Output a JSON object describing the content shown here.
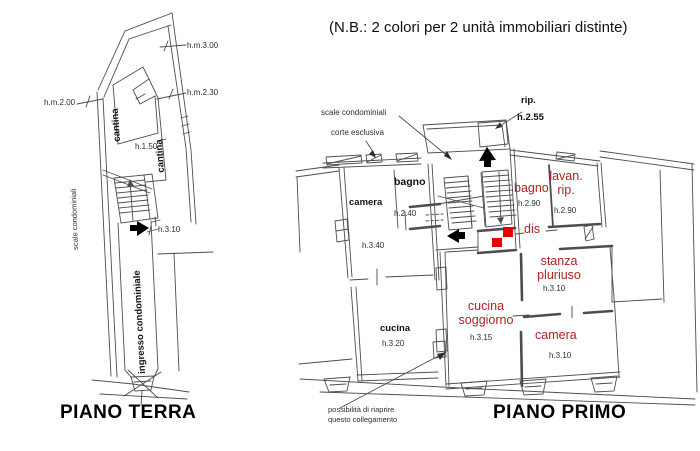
{
  "note": "(N.B.: 2 colori per 2 unità immobiliari distinte)",
  "colors": {
    "red_label": "#b22222",
    "red_square": "#e60000",
    "line": "#4d4d4d",
    "text": "#111111"
  },
  "piano_terra": {
    "title": "PIANO TERRA",
    "labels": {
      "hm300": "h.m.3.00",
      "hm230": "h.m.2.30",
      "hm200": "h.m.2.00",
      "cantina1": "cantina",
      "cantina2": "cantina",
      "h150": "h.1.50",
      "scale": "scale condominiali",
      "h310": "h.3.10",
      "ingresso": "ingresso condominiale"
    }
  },
  "piano_primo": {
    "title": "PIANO PRIMO",
    "labels": {
      "scale": "scale condominiali",
      "corte": "corte esclusiva",
      "rip": "rip.",
      "h255": "h.2.55",
      "camera_nera": "camera",
      "h340": "h.3.40",
      "bagno_nero": "bagno",
      "h240": "h.2.40",
      "bagno_rosso": "bagno",
      "h290a": "h.2.90",
      "lavan_line1": "lavan.",
      "lavan_line2": "rip.",
      "h290b": "h.2.90",
      "dis": "dis",
      "stanza_line1": "stanza",
      "stanza_line2": "pluriuso",
      "h310a": "h.3.10",
      "cucina_line1": "cucina",
      "cucina_line2": "soggiorno",
      "h315": "h.3.15",
      "camera_rossa": "camera",
      "h310b": "h.3.10",
      "cucina_nera": "cucina",
      "h320": "h.3.20",
      "possibilita_line1": "possibilità di riaprire",
      "possibilita_line2": "questo collegamento"
    }
  }
}
